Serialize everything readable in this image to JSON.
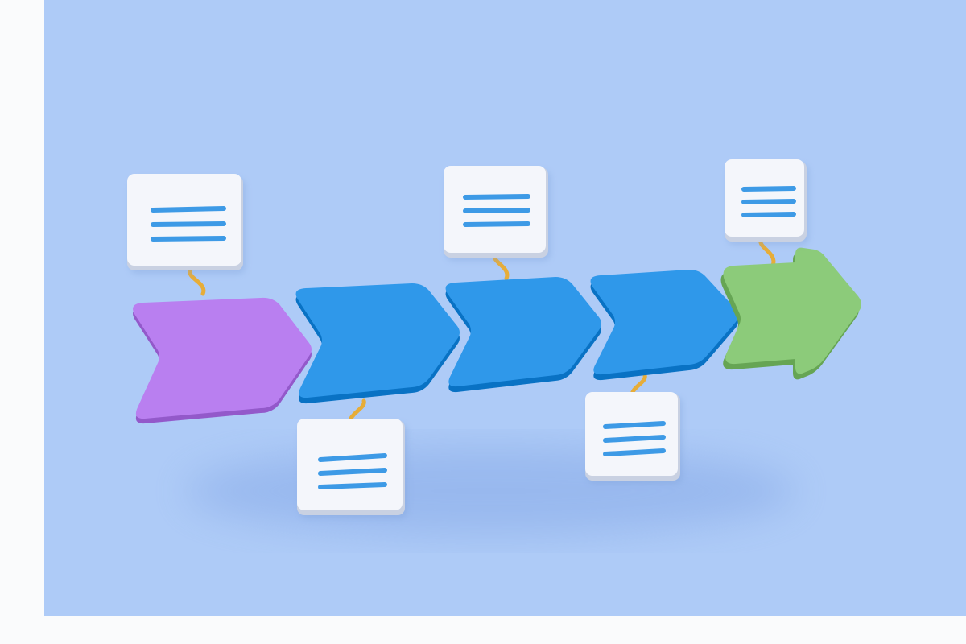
{
  "background": {
    "color": "#aecbf7",
    "frame_color": "#fafbfc"
  },
  "colors": {
    "purple": "#b97ff0",
    "blue": "#2f98ea",
    "green": "#8ccb7a",
    "note_face": "#f4f6fb",
    "note_line": "#3d9ae6",
    "connector": "#e7ad38"
  },
  "steps": [
    {
      "id": "step-1",
      "kind": "chevron",
      "color_key": "purple",
      "note": "top"
    },
    {
      "id": "step-2",
      "kind": "chevron",
      "color_key": "blue",
      "note": "bottom"
    },
    {
      "id": "step-3",
      "kind": "chevron",
      "color_key": "blue",
      "note": "top"
    },
    {
      "id": "step-4",
      "kind": "chevron",
      "color_key": "blue",
      "note": "bottom"
    },
    {
      "id": "step-5",
      "kind": "arrow",
      "color_key": "green",
      "note": "top"
    }
  ],
  "note_icon": "text-lines-icon"
}
